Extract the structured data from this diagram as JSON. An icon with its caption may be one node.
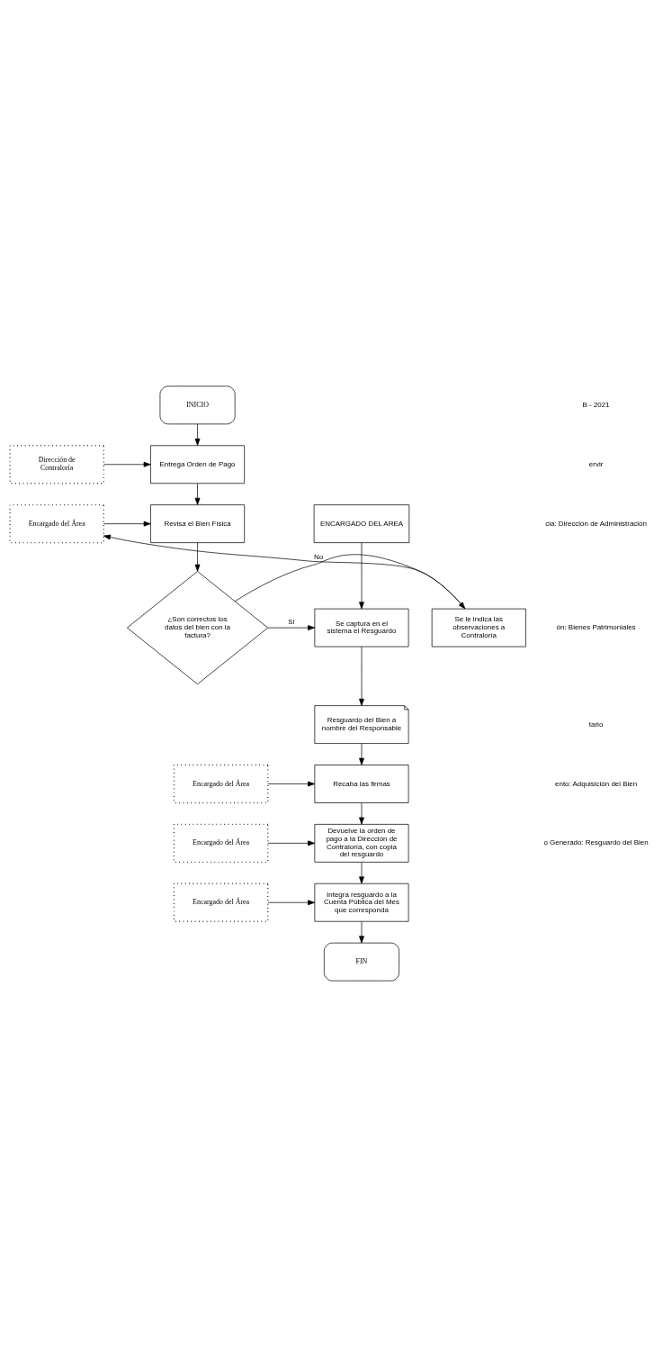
{
  "diagram": {
    "nodes": [
      {
        "text": [
          "INICIO"
        ]
      },
      {
        "text": [
          "Entrega Orden de Pago"
        ]
      },
      {
        "text": [
          "Dirección de Contraloría"
        ]
      },
      {
        "text": [
          "Revisa el Bien Física"
        ]
      },
      {
        "text": [
          "Encargado del Área"
        ]
      },
      {
        "text": [
          "¿Son correctos los datos del bien con la factura?"
        ]
      },
      {
        "text": [
          "Se le indica las observaciones a Contraloría"
        ]
      },
      {
        "text": [
          "ENCARGADO DEL AREA"
        ]
      },
      {
        "text": [
          "Se captura en el sistema el Resguardo"
        ]
      },
      {
        "text": [
          "Resguardo del Bien a nombre del Responsable"
        ]
      },
      {
        "text": [
          "Encargado del Área"
        ]
      },
      {
        "text": [
          "Recaba las firmas"
        ]
      },
      {
        "text": [
          "Encargado del Área"
        ]
      },
      {
        "text": [
          "Devuelve la orden de pago a la Dirección de Contraloría, con copia del resguardo"
        ]
      },
      {
        "text": [
          "Encargado del Área"
        ]
      },
      {
        "text": [
          "Integra resguardo a la Cuenta Pública del Mes que corresponda"
        ]
      },
      {
        "text": [
          "FIN"
        ]
      }
    ],
    "edges": [
      {
        "from": 0,
        "to": 1,
        "arrow": "to"
      },
      {
        "from": 2,
        "to": 1,
        "arrow": "to"
      },
      {
        "from": 1,
        "to": 3,
        "arrow": "to"
      },
      {
        "from": 4,
        "to": 3,
        "arrow": "to"
      },
      {
        "from": 3,
        "to": 5,
        "arrow": "to"
      },
      {
        "from": 5,
        "to": 6,
        "arrow": "to",
        "label": "No"
      },
      {
        "from": 6,
        "to": 4,
        "arrow": "to"
      },
      {
        "from": 5,
        "to": 8,
        "arrow": "to",
        "label": "Si"
      },
      {
        "from": 7,
        "to": 8,
        "arrow": "to"
      },
      {
        "from": 8,
        "to": 9,
        "arrow": "to"
      },
      {
        "from": 9,
        "to": 11,
        "arrow": "to"
      },
      {
        "from": 10,
        "to": 11,
        "arrow": "to"
      },
      {
        "from": 11,
        "to": 13,
        "arrow": "to"
      },
      {
        "from": 12,
        "to": 13,
        "arrow": "to"
      },
      {
        "from": 13,
        "to": 15,
        "arrow": "to"
      },
      {
        "from": 14,
        "to": 15,
        "arrow": "to"
      },
      {
        "from": 15,
        "to": 16,
        "arrow": "to"
      }
    ],
    "labels": [
      "B - 2021",
      "ervir",
      "cia: Dirección de Administración",
      "ón: Bienes Patrimoniales",
      "tario",
      "ento: Adquisición del Bien",
      "o Generado: Resguardo del Bien"
    ]
  }
}
